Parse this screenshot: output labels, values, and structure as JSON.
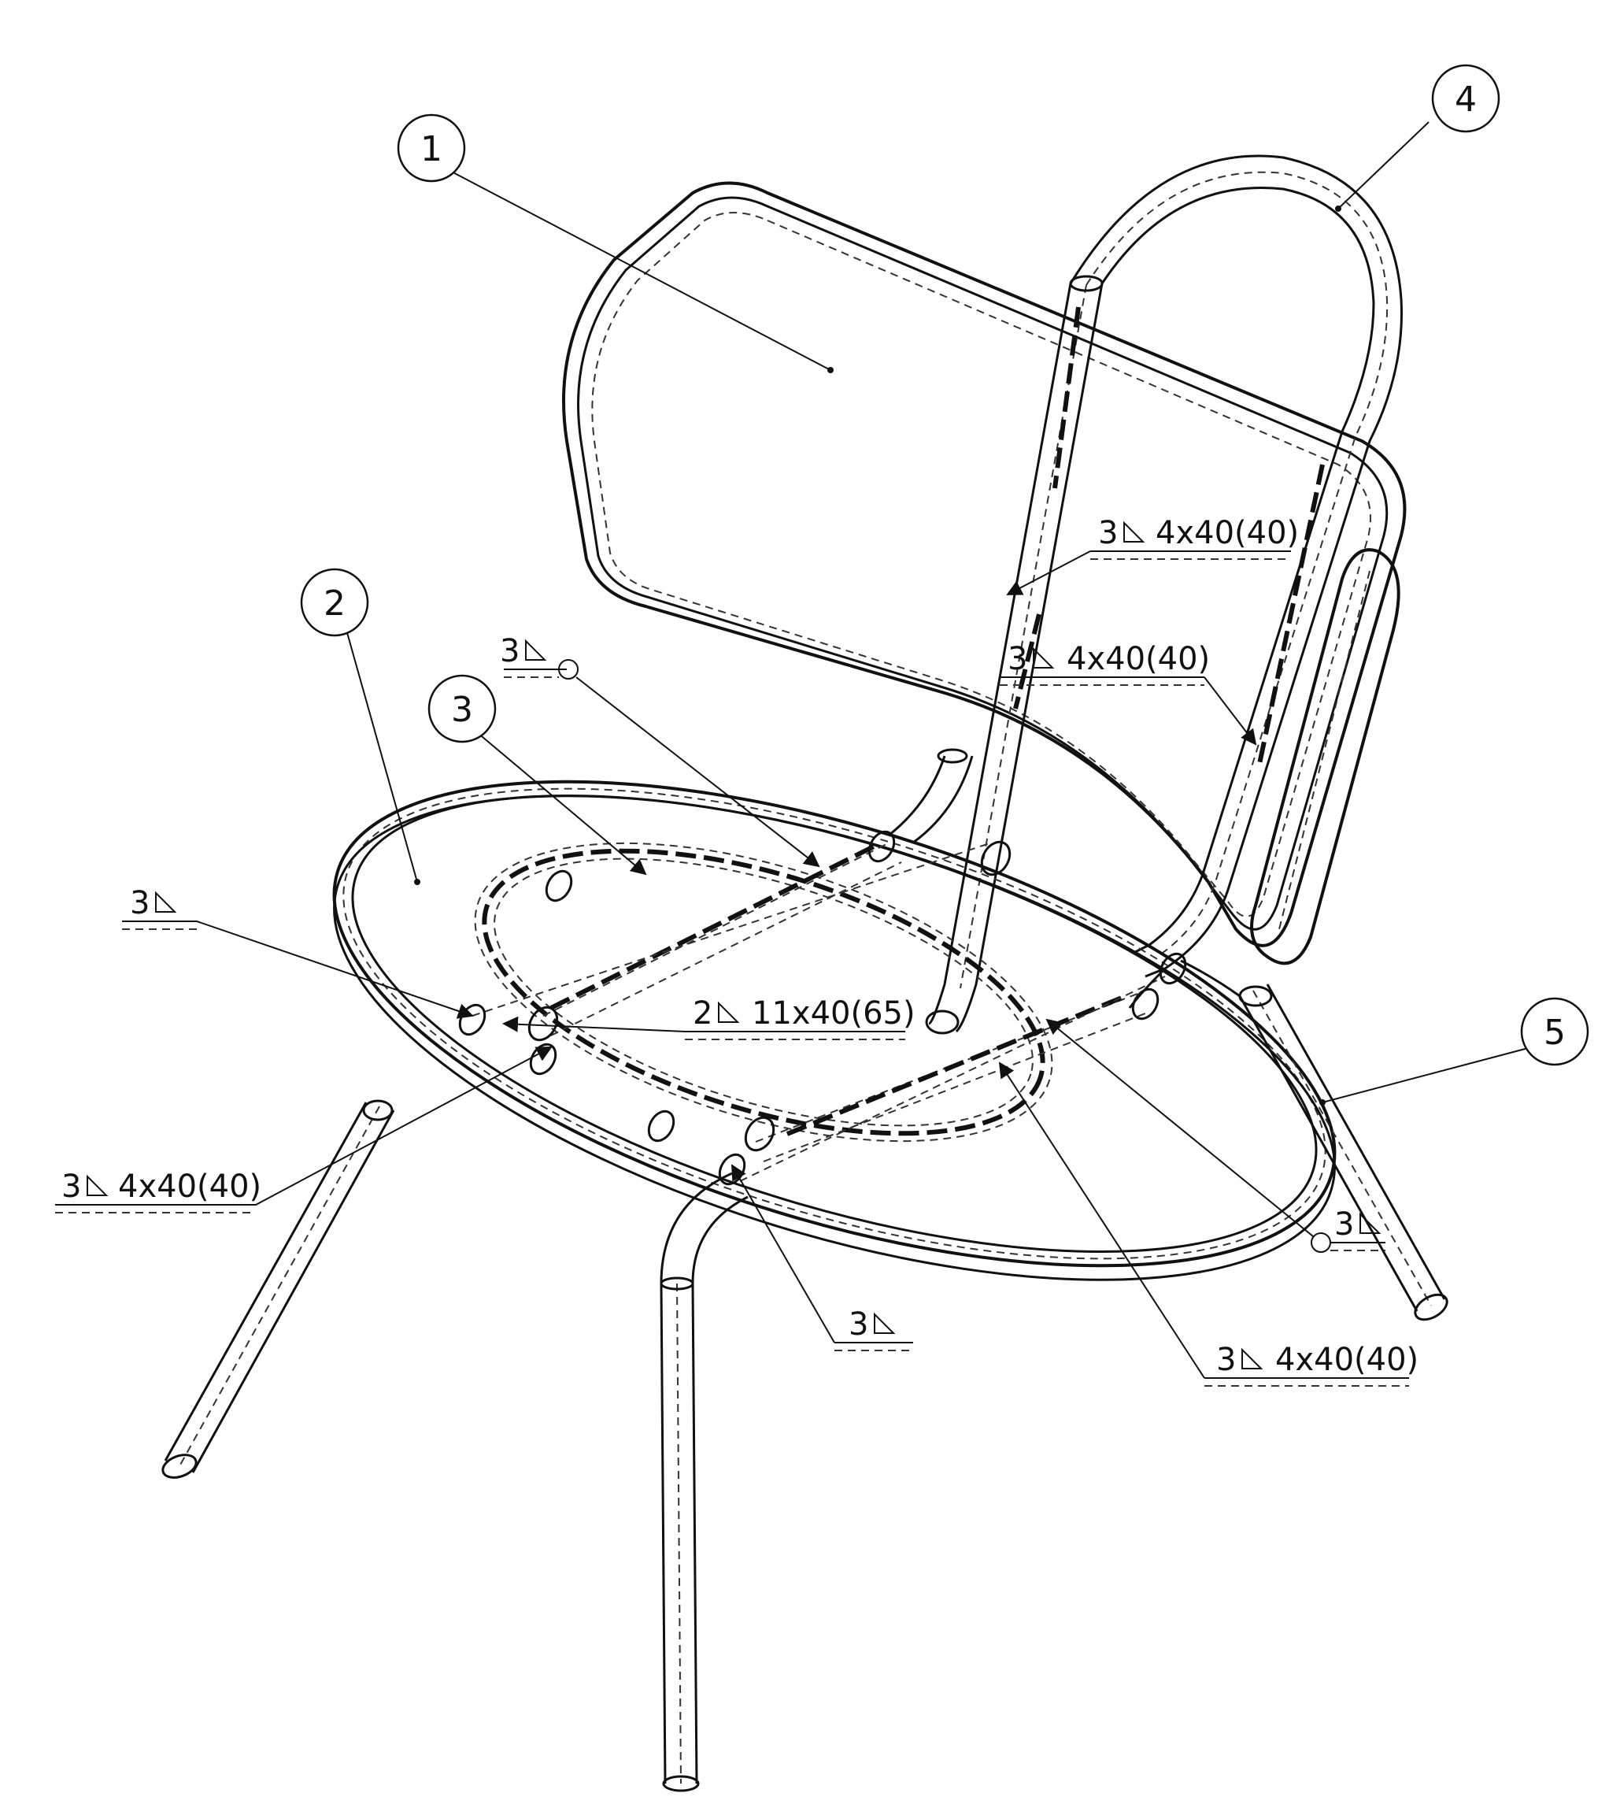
{
  "balloons": [
    {
      "label": "1"
    },
    {
      "label": "2"
    },
    {
      "label": "3"
    },
    {
      "label": "4"
    },
    {
      "label": "5"
    }
  ],
  "welds": [
    {
      "size": "3",
      "spec": "4x40(40)"
    },
    {
      "size": "3",
      "spec": "4x40(40)"
    },
    {
      "size": "3",
      "spec": ""
    },
    {
      "size": "3",
      "spec": ""
    },
    {
      "size": "2",
      "spec": "11x40(65)"
    },
    {
      "size": "3",
      "spec": "4x40(40)"
    },
    {
      "size": "3",
      "spec": ""
    },
    {
      "size": "3",
      "spec": "4x40(40)"
    },
    {
      "size": "3",
      "spec": ""
    }
  ]
}
